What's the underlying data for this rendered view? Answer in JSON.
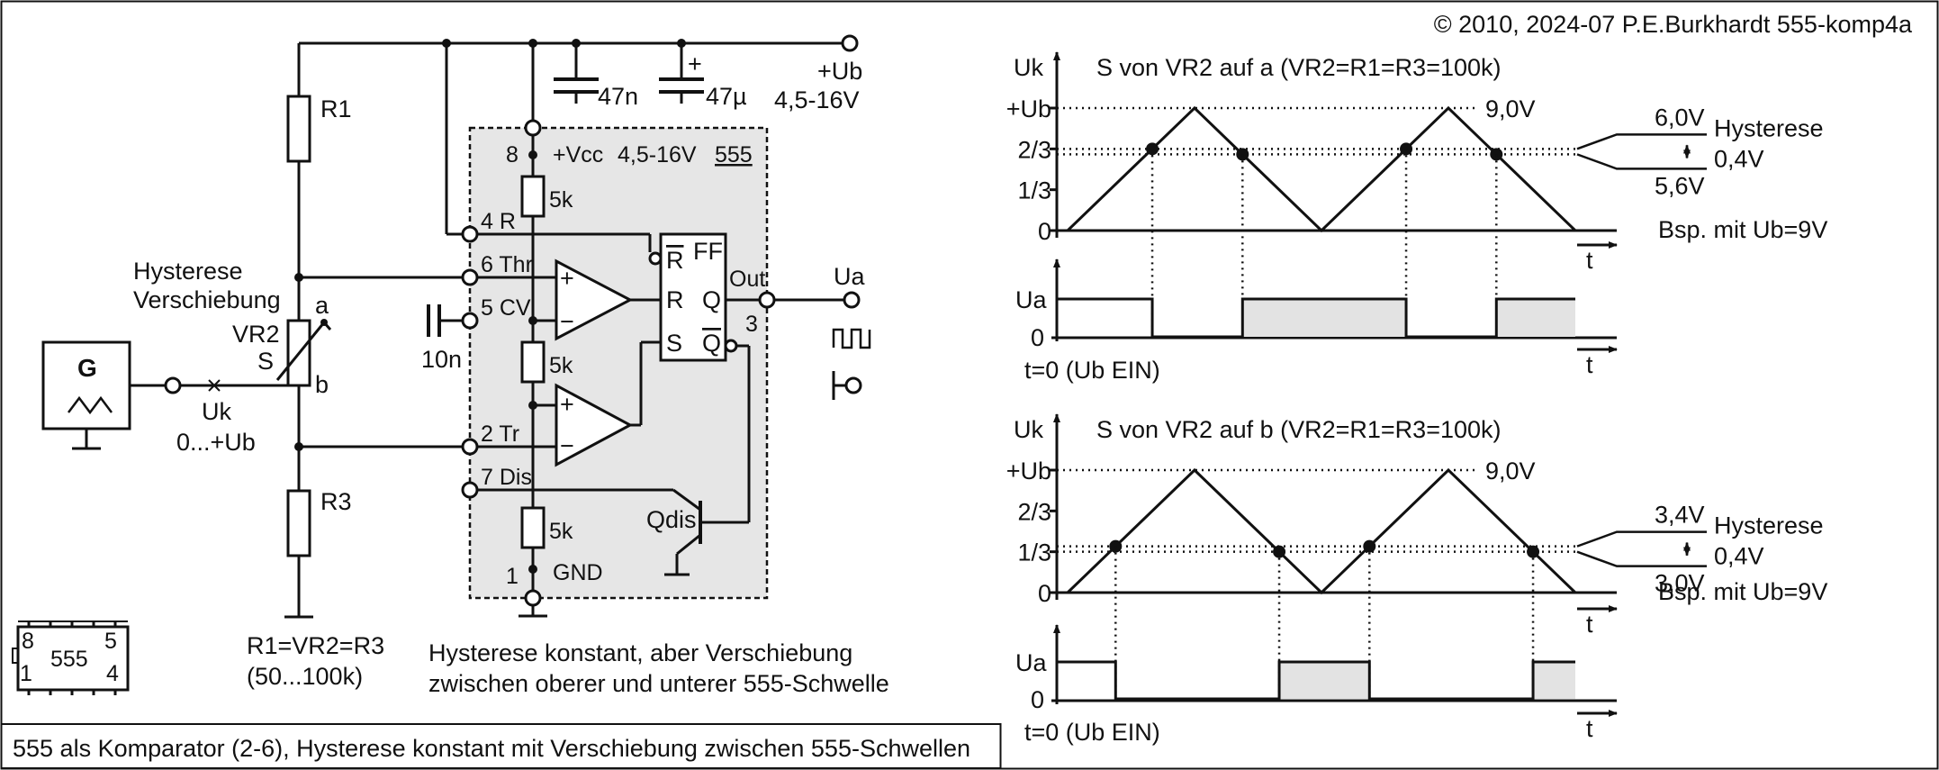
{
  "header": {
    "copyright": "© 2010, 2024-07 P.E.Burkhardt 555-komp4a"
  },
  "footer": {
    "caption": "555 als Komparator (2-6), Hysterese konstant mit Verschiebung zwischen 555-Schwellen"
  },
  "circuit": {
    "supply_label": "+Ub",
    "supply_range": "4,5-16V",
    "cap1": "47n",
    "cap2": "47µ",
    "cap2_plus": "+",
    "r1": "R1",
    "r3": "R3",
    "vr2": "VR2",
    "wiper_s": "S",
    "tap_a": "a",
    "tap_b": "b",
    "hyst_line1": "Hysterese",
    "hyst_line2": "Verschiebung",
    "generator": "G",
    "uk": "Uk",
    "uk_range": "0...+Ub",
    "pin8": "8",
    "vcc": "+Vcc",
    "vcc_range": "4,5-16V",
    "chip": "555",
    "pin4": "4 R",
    "pin6": "6 Thr",
    "pin5": "5 CV",
    "pin2": "2 Tr",
    "pin7": "7 Dis",
    "pin1": "1",
    "gnd": "GND",
    "res5k_1": "5k",
    "res5k_2": "5k",
    "res5k_3": "5k",
    "cap_cv": "10n",
    "ff": "FF",
    "ff_rbar": "R",
    "ff_r": "R",
    "ff_s": "S",
    "ff_q": "Q",
    "ff_qbar": "Q",
    "out": "Out",
    "pin3": "3",
    "ua": "Ua",
    "qdis": "Qdis",
    "plus1": "+",
    "minus1": "−",
    "plus2": "+",
    "minus2": "−",
    "resistor_eq": "R1=VR2=R3",
    "resistor_range": "(50...100k)",
    "note1": "Hysterese konstant, aber Verschiebung",
    "note2": "zwischen oberer und unterer 555-Schwelle",
    "ic_pin8": "8",
    "ic_pin5": "5",
    "ic_pin1": "1",
    "ic_pin4": "4",
    "ic_name": "555"
  },
  "chart_data": [
    {
      "type": "line",
      "title": "S von VR2 auf a (VR2=R1=R3=100k)",
      "ylabel": "Uk",
      "xlabel": "t",
      "yticks": [
        "+Ub",
        "2/3",
        "1/3",
        "0"
      ],
      "ylim": [
        0,
        9
      ],
      "ub_label": "9,0V",
      "series": [
        {
          "x": [
            0,
            1,
            2,
            3,
            4
          ],
          "y": [
            0,
            9,
            0,
            9,
            0
          ]
        }
      ],
      "thresholds": [
        6.0,
        5.6
      ],
      "upper_label": "6,0V",
      "lower_label": "5,6V",
      "hysteresis_title": "Hysterese",
      "hysteresis_value": "0,4V",
      "example_note": "Bsp. mit Ub=9V",
      "output": {
        "ylabel": "Ua",
        "y0_label": "0",
        "xlabel": "t",
        "start_label": "t=0 (Ub EIN)",
        "switch_points": [
          0.667,
          1.378,
          2.667,
          3.378
        ],
        "levels": [
          1,
          0,
          1,
          0,
          1
        ]
      }
    },
    {
      "type": "line",
      "title": "S von VR2 auf b (VR2=R1=R3=100k)",
      "ylabel": "Uk",
      "xlabel": "t",
      "yticks": [
        "+Ub",
        "2/3",
        "1/3",
        "0"
      ],
      "ylim": [
        0,
        9
      ],
      "ub_label": "9,0V",
      "series": [
        {
          "x": [
            0,
            1,
            2,
            3,
            4
          ],
          "y": [
            0,
            9,
            0,
            9,
            0
          ]
        }
      ],
      "thresholds": [
        3.4,
        3.0
      ],
      "upper_label": "3,4V",
      "lower_label": "3,0V",
      "hysteresis_title": "Hysterese",
      "hysteresis_value": "0,4V",
      "example_note": "Bsp. mit Ub=9V",
      "output": {
        "ylabel": "Ua",
        "y0_label": "0",
        "xlabel": "t",
        "start_label": "t=0 (Ub EIN)",
        "switch_points": [
          0.378,
          1.667,
          2.378,
          3.667
        ],
        "levels": [
          1,
          0,
          1,
          0,
          1
        ]
      }
    }
  ]
}
